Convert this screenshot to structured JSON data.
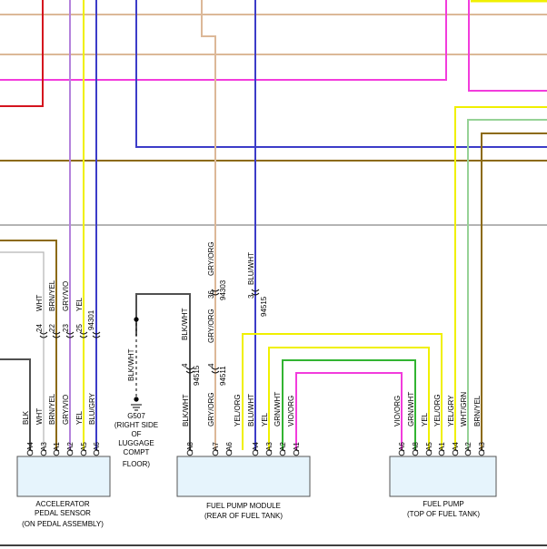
{
  "colors": {
    "RED": "#d4141e",
    "PNK": "#f23cdc",
    "YEL": "#f0f000",
    "BLU": "#3c3cc8",
    "BRN": "#8c6a10",
    "TAN": "#dcb898",
    "GRY": "#b4b4b4",
    "DKGRY": "#505050",
    "GRN": "#32b432",
    "LTGRN": "#96d296",
    "VIO": "#b482dc",
    "BLK": "#282828"
  },
  "components": {
    "accelerator": {
      "name": "ACCELERATOR",
      "line2": "PEDAL SENSOR",
      "line3": "(ON PEDAL ASSEMBLY)"
    },
    "fuel_pump_module": {
      "name": "FUEL PUMP MODULE",
      "line2": "(REAR OF FUEL TANK)"
    },
    "fuel_pump": {
      "name": "FUEL PUMP",
      "line2": "(TOP OF FUEL TANK)"
    }
  },
  "ground": {
    "id": "G507",
    "line1": "(RIGHT SIDE",
    "line2": "OF",
    "line3": "LUGGAGE",
    "line4": "COMPT",
    "line5": "FLOOR)",
    "wire": "BLK/WHT"
  },
  "pins": {
    "accelerator": [
      {
        "pin": "A4",
        "wire": "BLK"
      },
      {
        "pin": "A3",
        "wire": "WHT"
      },
      {
        "pin": "A1",
        "wire": "BRN/YEL"
      },
      {
        "pin": "A2",
        "wire": "GRY/VIO"
      },
      {
        "pin": "A5",
        "wire": "YEL"
      },
      {
        "pin": "A6",
        "wire": "BLU/GRY"
      }
    ],
    "fuel_pump_module": [
      {
        "pin": "A8",
        "wire": "BLK/WHT"
      },
      {
        "pin": "A7",
        "wire": "GRY/ORG"
      },
      {
        "pin": "A6",
        "wire": "YEL/ORG"
      },
      {
        "pin": "A4",
        "wire": "BLU/WHT"
      },
      {
        "pin": "A3",
        "wire": "YEL"
      },
      {
        "pin": "A2",
        "wire": "GRN/WHT"
      },
      {
        "pin": "A1",
        "wire": "VIO/ORG"
      }
    ],
    "fuel_pump": [
      {
        "pin": "A6",
        "wire": "VIO/ORG"
      },
      {
        "pin": "A8",
        "wire": "GRN/WHT"
      },
      {
        "pin": "A5",
        "wire": "YEL"
      },
      {
        "pin": "A1",
        "wire": "YEL/ORG"
      },
      {
        "pin": "A4",
        "wire": "YEL/GRY"
      },
      {
        "pin": "A2",
        "wire": "WHT/GRN"
      },
      {
        "pin": "A3",
        "wire": "BRN/YEL"
      }
    ]
  },
  "connectors_upper": [
    {
      "pin": "24",
      "wire": "WHT"
    },
    {
      "pin": "22",
      "wire": "BRN/YEL"
    },
    {
      "pin": "23",
      "wire": "GRY/VIO"
    },
    {
      "pin": "25",
      "wire": "YEL"
    },
    {
      "connector": "94301"
    },
    {
      "pin": "36",
      "wire": "GRY/ORG"
    },
    {
      "connector": "94303"
    },
    {
      "pin": "3",
      "wire": "BLU/WHT"
    },
    {
      "connector": "94515"
    }
  ],
  "connectors_lower": [
    {
      "pin": "4",
      "wire": "BLK/WHT",
      "connector": "94515"
    },
    {
      "pin": "4",
      "wire": "GRY/ORG",
      "connector": "94511"
    }
  ]
}
